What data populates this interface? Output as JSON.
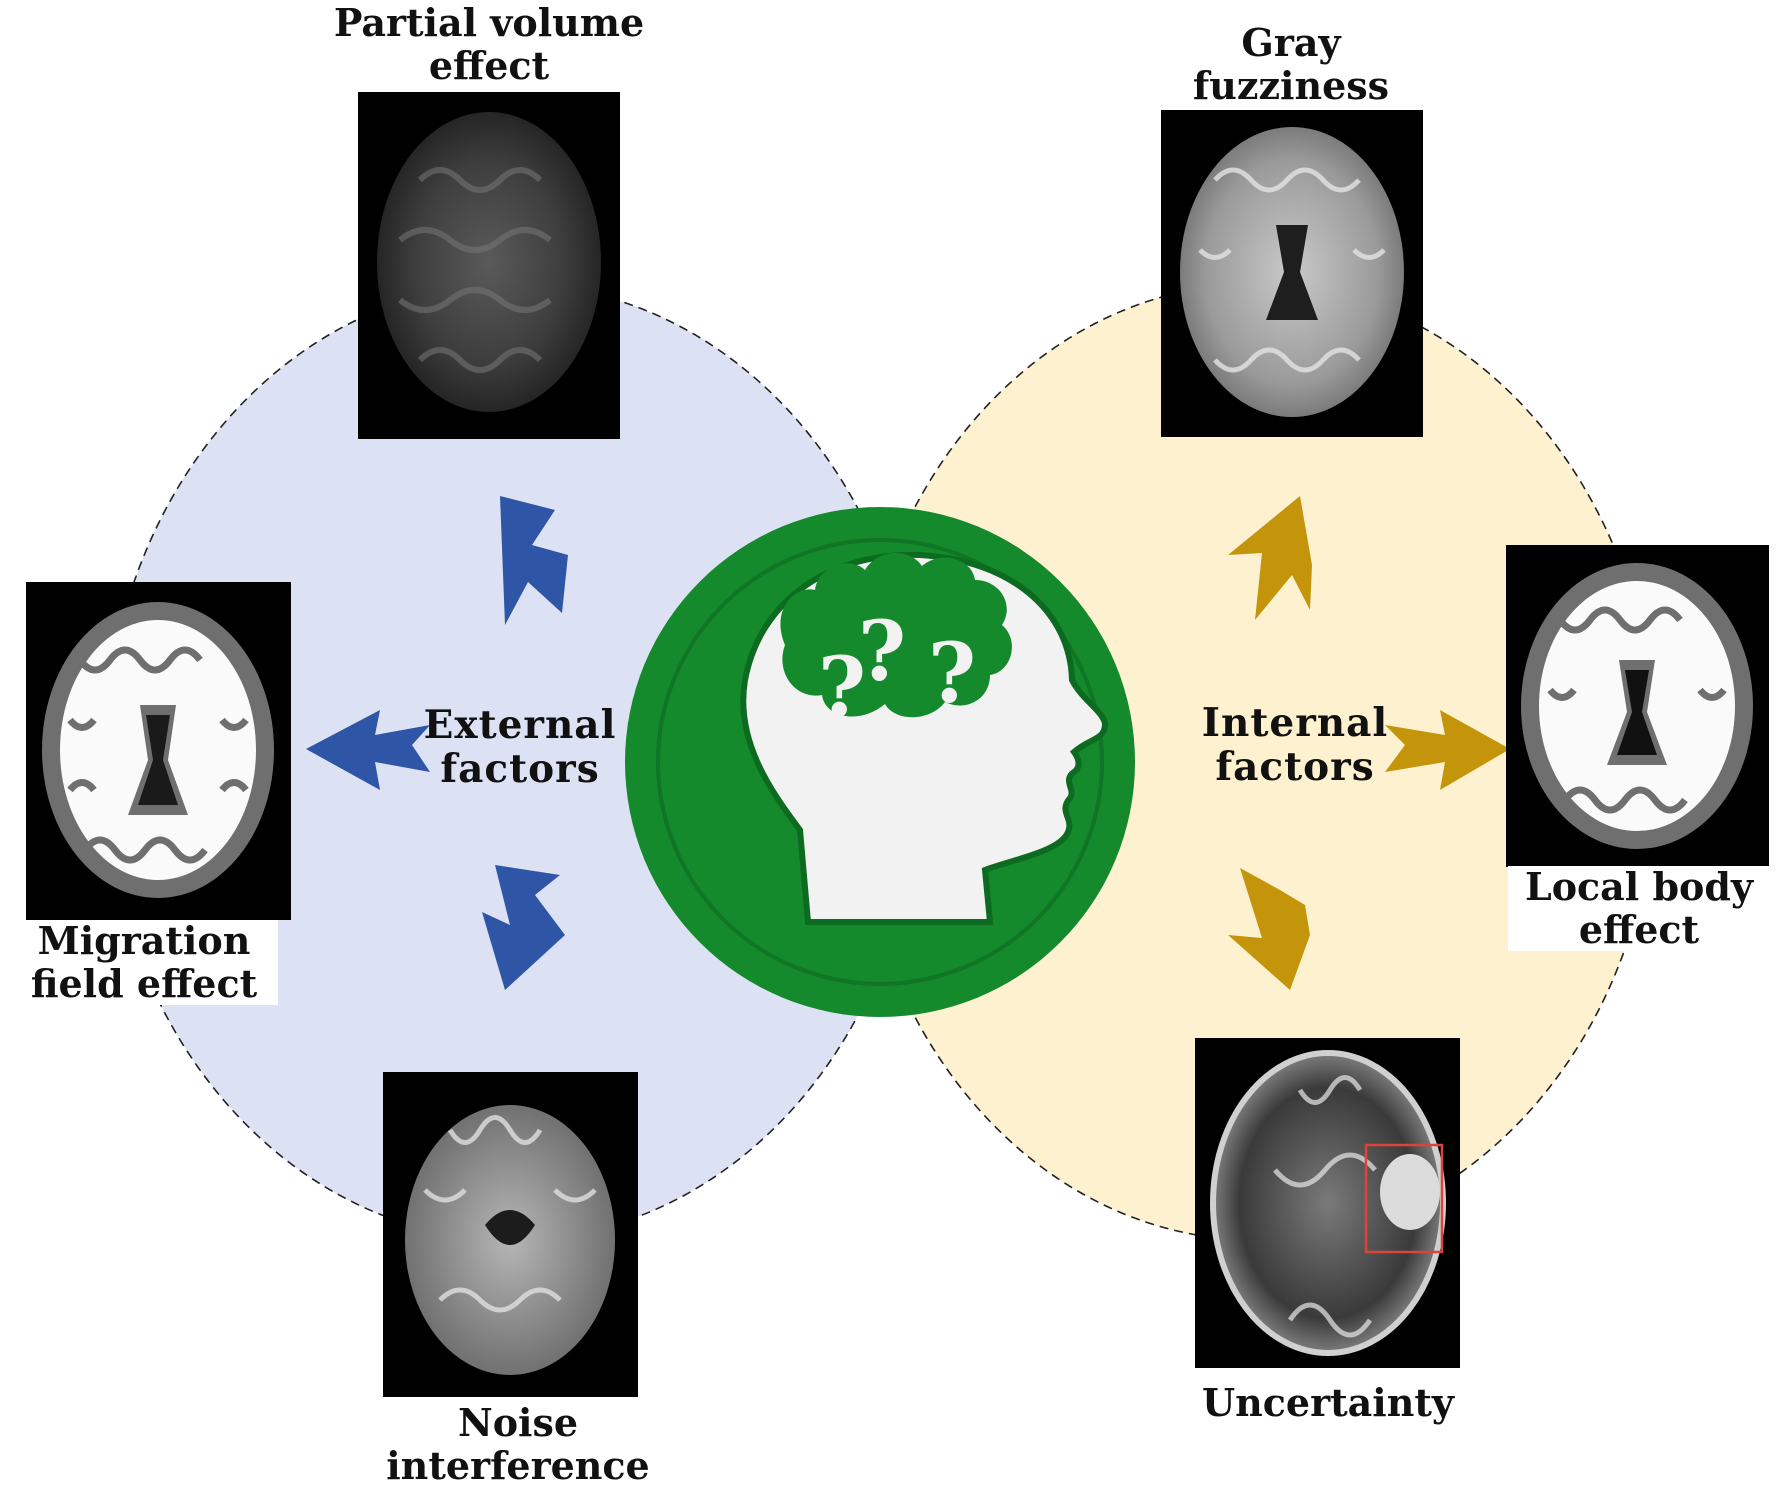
{
  "center": {
    "icon": "head-brain-question-icon",
    "left_text": [
      "External",
      "factors"
    ],
    "right_text": [
      "Internal",
      "factors"
    ],
    "ring_color": "#148a2c",
    "head_color": "#f2f2f2"
  },
  "external": {
    "region_color": "#dce2f3",
    "arrow_color": "#2f56a6",
    "items": [
      {
        "label": [
          "Partial volume",
          "effect"
        ],
        "image": "blurred-axial-brain-mri"
      },
      {
        "label": [
          "Migration",
          "field effect"
        ],
        "image": "segmented-axial-brain-mri"
      },
      {
        "label": [
          "Noise",
          "interference"
        ],
        "image": "noisy-axial-brain-mri"
      }
    ]
  },
  "internal": {
    "region_color": "#fdf1cf",
    "arrow_color": "#c4950b",
    "items": [
      {
        "label": [
          "Gray",
          "fuzziness"
        ],
        "image": "t1-axial-brain-mri"
      },
      {
        "label": [
          "Local body",
          "effect"
        ],
        "image": "segmented-axial-brain-mri"
      },
      {
        "label": [
          "Uncertainty"
        ],
        "image": "t2-tumor-brain-mri",
        "highlight_color": "#d9453a"
      }
    ]
  }
}
